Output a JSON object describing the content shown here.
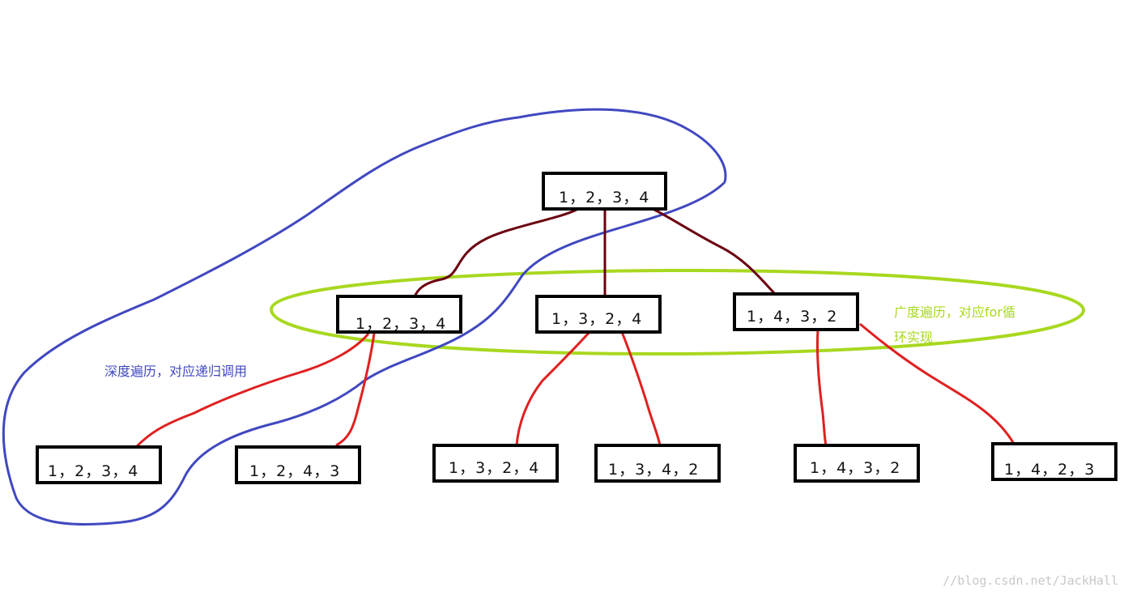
{
  "colors": {
    "tree_edge": "#6b0010",
    "leaf_edge": "#e02020",
    "depth_curve": "#4048c0",
    "breadth_ellipse": "#a8d820",
    "node_border": "#000000"
  },
  "nodes": {
    "root": "1，2，3，4",
    "l1_a": "1，2，3，4",
    "l1_b": "1，3，2，4",
    "l1_c": "1，4，3，2",
    "l2_a": "1，2，3，4",
    "l2_b": "1，2，4，3",
    "l2_c": "1，3，2，4",
    "l2_d": "1，3，4，2",
    "l2_e": "1，4，3，2",
    "l2_f": "1，4，2，3"
  },
  "annotations": {
    "depth": "深度遍历，对应递归调用",
    "breadth_line1": "广度遍历，对应for循",
    "breadth_line2": "环实现"
  },
  "watermark": "//blog.csdn.net/JackHall"
}
